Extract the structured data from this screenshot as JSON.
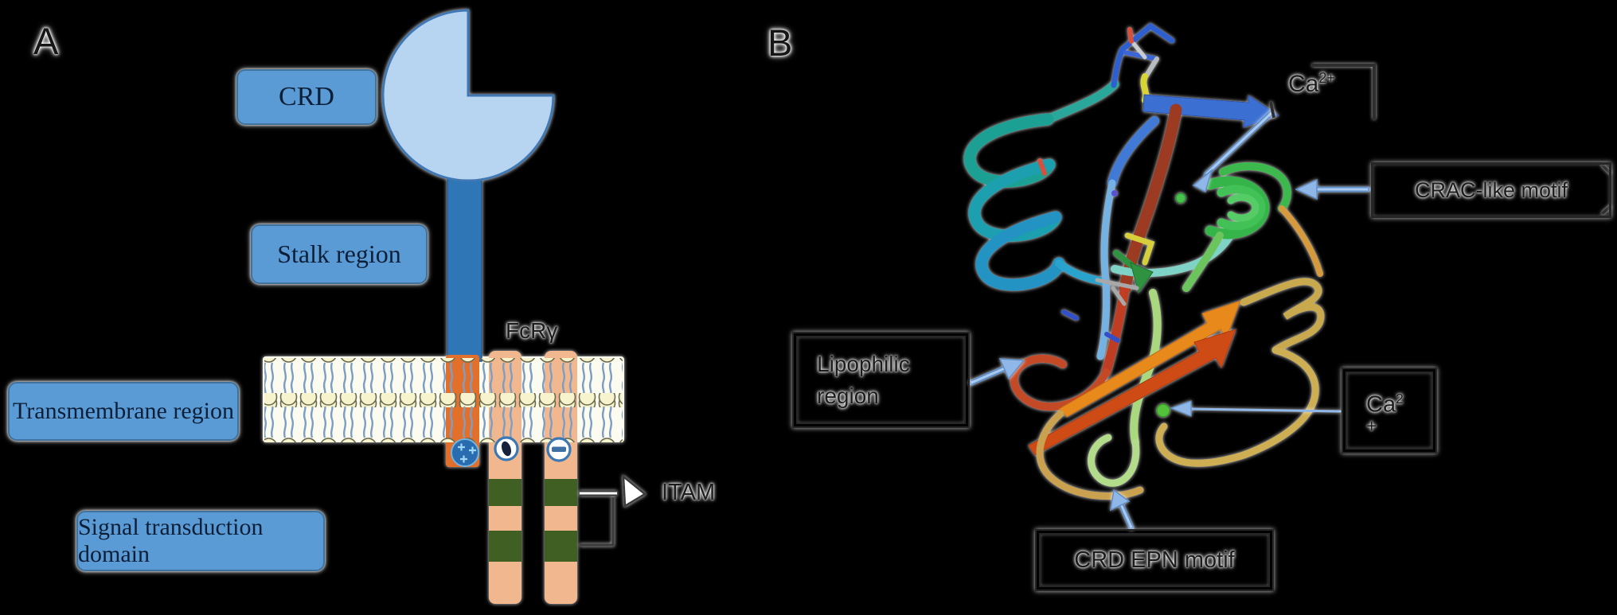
{
  "figure": {
    "background_color": "#000000",
    "panelA": {
      "panel_label": "A",
      "domain_boxes": [
        {
          "label": "CRD"
        },
        {
          "label": "Stalk region"
        },
        {
          "label": "Transmembrane region"
        },
        {
          "label": "Signal transduction domain"
        }
      ],
      "fcr_gamma_label": "FcRγ",
      "itam_label": "ITAM",
      "colors": {
        "label_box_fill": "#5b9bd5",
        "crd_fill": "#b7d4f0",
        "stalk_fill": "#2e76b6",
        "transmembrane_fill": "#e2702a",
        "fcr_chain_fill": "#f1b78f",
        "itam_segment_fill": "#3f5f23",
        "lipid_head_fill": "#f6f3cd"
      }
    },
    "panelB": {
      "panel_label": "B",
      "ca_top": {
        "base": "Ca",
        "sup": "2+"
      },
      "crac_motif_label": "CRAC-like motif",
      "lipophilic_label": {
        "line1": "Lipophilic",
        "line2": "region"
      },
      "ca_right": {
        "base": "Ca",
        "sup": "2",
        "plus": "+"
      },
      "crd_epn_label": "CRD EPN motif",
      "colors": {
        "annotation_arrow": "#8fb8e8",
        "calcium_ion_green": "#4cc24e"
      }
    }
  }
}
